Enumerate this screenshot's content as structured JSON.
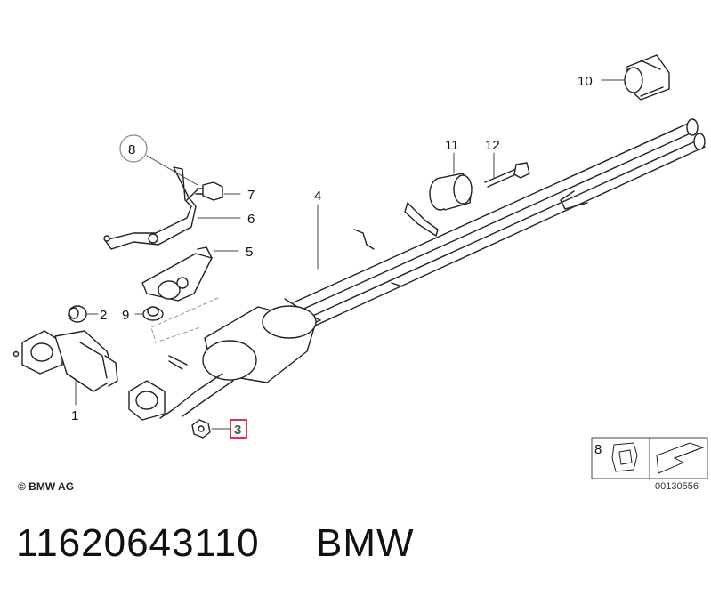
{
  "callouts": {
    "c1": "1",
    "c2": "2",
    "c3": "3",
    "c4": "4",
    "c5": "5",
    "c6": "6",
    "c7": "7",
    "c8": "8",
    "c9": "9",
    "c10": "10",
    "c11": "11",
    "c12": "12",
    "inset": "8"
  },
  "highlighted_callout": "3",
  "highlight_color": "#d8001c",
  "copyright": "© BMW AG",
  "diagram_code": "00130556",
  "part_number": "11620643110",
  "brand": "BMW"
}
